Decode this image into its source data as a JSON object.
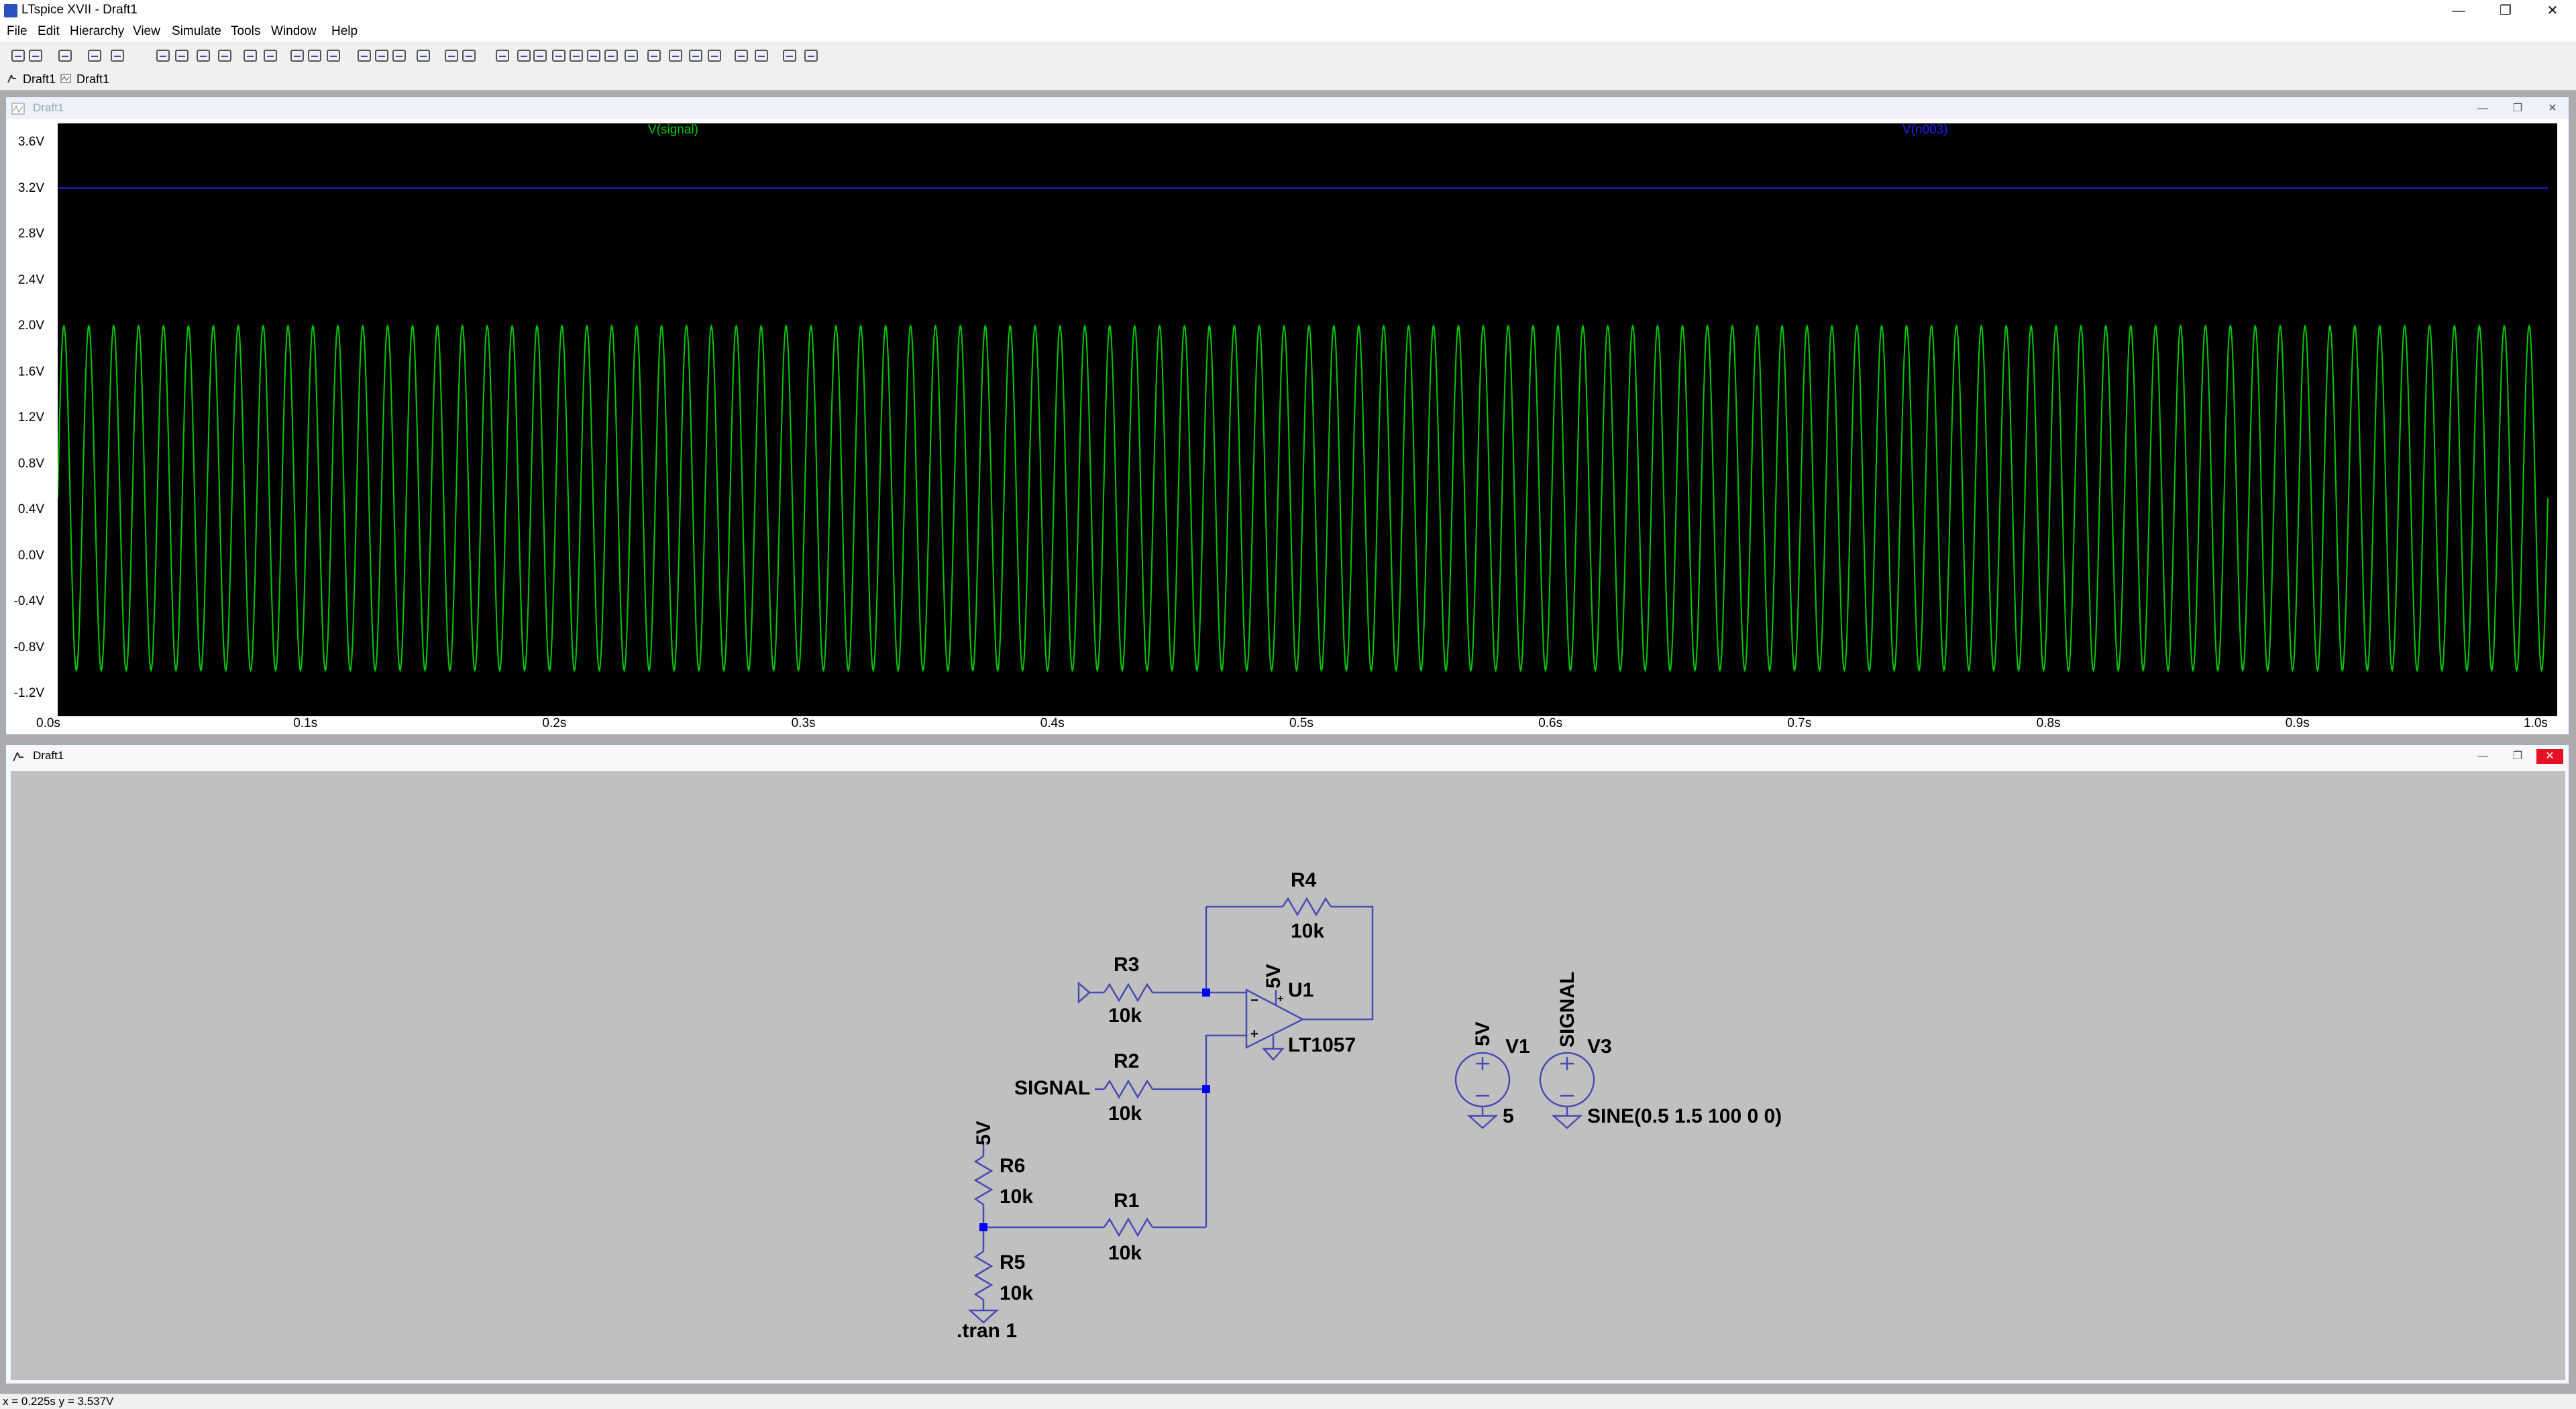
{
  "window": {
    "title": "LTspice XVII - Draft1",
    "minimize": "—",
    "restore": "❐",
    "close": "✕"
  },
  "menu": [
    "File",
    "Edit",
    "Hierarchy",
    "View",
    "Simulate",
    "Tools",
    "Window",
    "Help"
  ],
  "tabs": [
    {
      "label": "Draft1",
      "icon": "schematic-icon"
    },
    {
      "label": "Draft1",
      "icon": "waveform-icon"
    }
  ],
  "plot": {
    "window_title": "Draft1",
    "traces": [
      {
        "name": "V(signal)",
        "color": "#00c800"
      },
      {
        "name": "V(n003)",
        "color": "#2020ff"
      }
    ]
  },
  "chart_data": {
    "type": "line",
    "xlabel": "",
    "ylabel": "",
    "xlim": [
      0.0,
      1.0
    ],
    "ylim": [
      -1.2,
      3.6
    ],
    "x_ticks": [
      "0.0s",
      "0.1s",
      "0.2s",
      "0.3s",
      "0.4s",
      "0.5s",
      "0.6s",
      "0.7s",
      "0.8s",
      "0.9s",
      "1.0s"
    ],
    "y_ticks": [
      "3.6V",
      "3.2V",
      "2.8V",
      "2.4V",
      "2.0V",
      "1.6V",
      "1.2V",
      "0.8V",
      "0.4V",
      "0.0V",
      "-0.4V",
      "-0.8V",
      "-1.2V"
    ],
    "series": [
      {
        "name": "V(signal)",
        "kind": "sine",
        "offset": 0.5,
        "amplitude": 1.5,
        "frequency_hz": 100,
        "color": "#00c800"
      },
      {
        "name": "V(n003)",
        "kind": "constant",
        "value": 3.2,
        "color": "#2020ff"
      }
    ],
    "grid": false,
    "legend": "top"
  },
  "schematic": {
    "window_title": "Draft1",
    "components": {
      "R1": {
        "name": "R1",
        "value": "10k"
      },
      "R2": {
        "name": "R2",
        "value": "10k"
      },
      "R3": {
        "name": "R3",
        "value": "10k"
      },
      "R4": {
        "name": "R4",
        "value": "10k"
      },
      "R5": {
        "name": "R5",
        "value": "10k"
      },
      "R6": {
        "name": "R6",
        "value": "10k"
      },
      "U1": {
        "name": "U1",
        "model": "LT1057",
        "supply": "5V"
      },
      "V1": {
        "name": "V1",
        "value": "5",
        "net": "5V"
      },
      "V3": {
        "name": "V3",
        "value": "SINE(0.5 1.5 100 0 0)",
        "net": "SIGNAL"
      }
    },
    "net_labels": {
      "signal": "SIGNAL",
      "r6_top": "5V"
    },
    "directive": ".tran 1"
  },
  "status": {
    "text": "x = 0.225s   y = 3.537V"
  }
}
